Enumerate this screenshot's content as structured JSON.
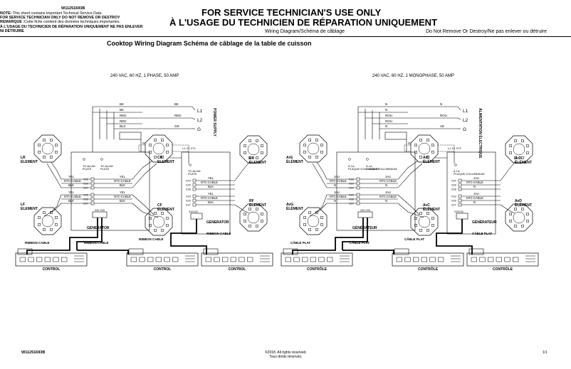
{
  "header": {
    "doc_number": "W11251693B",
    "title_en": "FOR SERVICE TECHNICIAN'S USE ONLY",
    "title_fr": "À L'USAGE DU TECHNICIEN DE RÉPARATION UNIQUEMENT",
    "subtitle": "Wiring Diagram/Schéma de câblage",
    "do_not_remove": "Do Not Remove Or Destroy/Ne pas enlever ou détruire",
    "notes": [
      {
        "bold": "NOTE:",
        "text": " This sheet contains important Technical Service Data."
      },
      {
        "bold": "FOR SERVICE TECHNICIAN ONLY DO NOT REMOVE OR DESTROY",
        "text": ""
      },
      {
        "bold": "REMARQUE :",
        "text": "Cette fiche contient des données techniques importantes."
      },
      {
        "bold": "À L'USAGE DU TECHNICIEN DE RÉPARATION UNIQUEMENT NE PAS ENLEVER NI DÉTRUIRE",
        "text": ""
      }
    ]
  },
  "diagram_title": "Cooktop Wiring Diagram Schéma de câblage de la table de cuisson",
  "left": {
    "supply": "240 VAC, 60 HZ, 1 PHASE, 50 AMP",
    "power_supply": "POWER SUPPLY",
    "lines": [
      "L1",
      "L2",
      "G"
    ],
    "wire_colors": [
      "BK",
      "BK",
      "RED",
      "RED",
      "BLK",
      "BK",
      "RED",
      "GR"
    ],
    "elements": [
      "LR ELEMENT",
      "CR ELEMENT",
      "RR ELEMENT",
      "LF ELEMENT",
      "CF ELEMENT",
      "RF ELEMENT"
    ],
    "generators": [
      "GENERATOR",
      "GENERATOR"
    ],
    "ribbon": [
      "RIBBON CABLE",
      "RIBBON CABLE",
      "RIBBON CABLE",
      "RIBBON CABLE"
    ],
    "controls": [
      "CONTROL",
      "CONTROL",
      "CONTROL"
    ],
    "to_plate": "TO ALUM. PLATE",
    "ground": "GROUND",
    "yel": "YEL",
    "blk": "BLK",
    "ntc": "NTC-CABLE"
  },
  "right": {
    "supply": "240 VAC, 60 HZ, 1 MONOPHASE, 50 AMP",
    "power_supply": "ALIMENTATION ÉLECTRIQUE",
    "lines": [
      "L1",
      "L2",
      "G"
    ],
    "wire_colors": [
      "N",
      "N",
      "ROU",
      "ROU",
      "N",
      "N",
      "ROU",
      "VE"
    ],
    "elements": [
      "ArG ÉLÉMENT",
      "ArC ÉLÉMENT",
      "ArD ÉLÉMENT",
      "AvG ÉLÉMENT",
      "AvC ÉLÉMENT",
      "AvD ÉLÉMENT"
    ],
    "generators": [
      "GÉNÉRATEUR",
      "GÉNÉRATEUR"
    ],
    "ribbon": [
      "CÂBLE PLAT",
      "CÂBLE PLAT",
      "CÂBLE PLAT",
      "CÂBLE PLAT"
    ],
    "controls": [
      "CONTRÔLE",
      "CONTRÔLE",
      "CONTRÔLE"
    ],
    "to_plate": "À LA PLAQUE D'ALUMINIUM",
    "ground": "GROUND",
    "yel": "JAU",
    "blk": "N",
    "ntc": "NTC-CÂBLE"
  },
  "footer": {
    "doc_number": "W11251693B",
    "copyright": "©2018. All rights reserved.",
    "copyright_fr": "Tous droits réservés.",
    "page": "1/1"
  }
}
